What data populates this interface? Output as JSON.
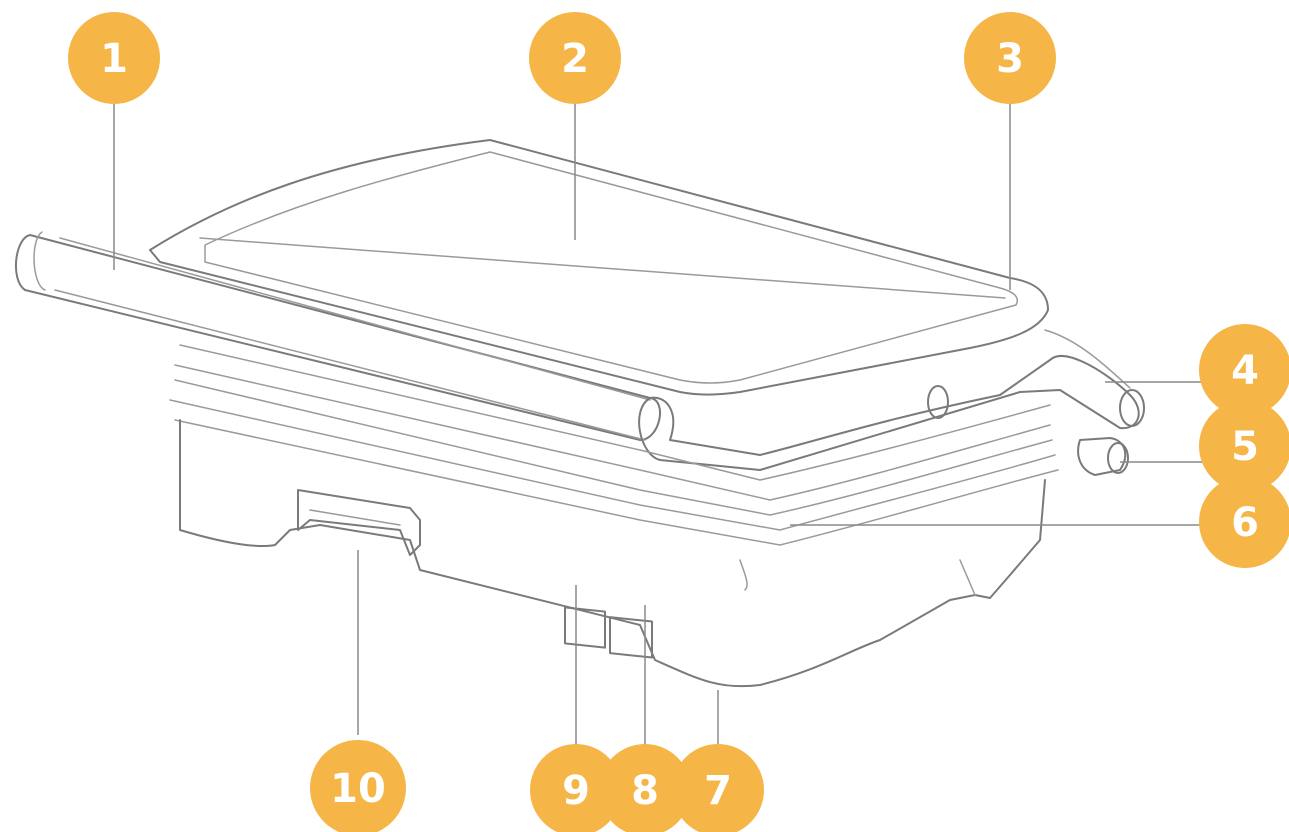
{
  "colors": {
    "badge": "#F5B547",
    "badge_text": "#FFFFFF",
    "line": "#7A7A7A"
  },
  "callouts": [
    {
      "id": 1,
      "label": "1"
    },
    {
      "id": 2,
      "label": "2"
    },
    {
      "id": 3,
      "label": "3"
    },
    {
      "id": 4,
      "label": "4"
    },
    {
      "id": 5,
      "label": "5"
    },
    {
      "id": 6,
      "label": "6"
    },
    {
      "id": 7,
      "label": "7"
    },
    {
      "id": 8,
      "label": "8"
    },
    {
      "id": 9,
      "label": "9"
    },
    {
      "id": 10,
      "label": "10"
    }
  ]
}
